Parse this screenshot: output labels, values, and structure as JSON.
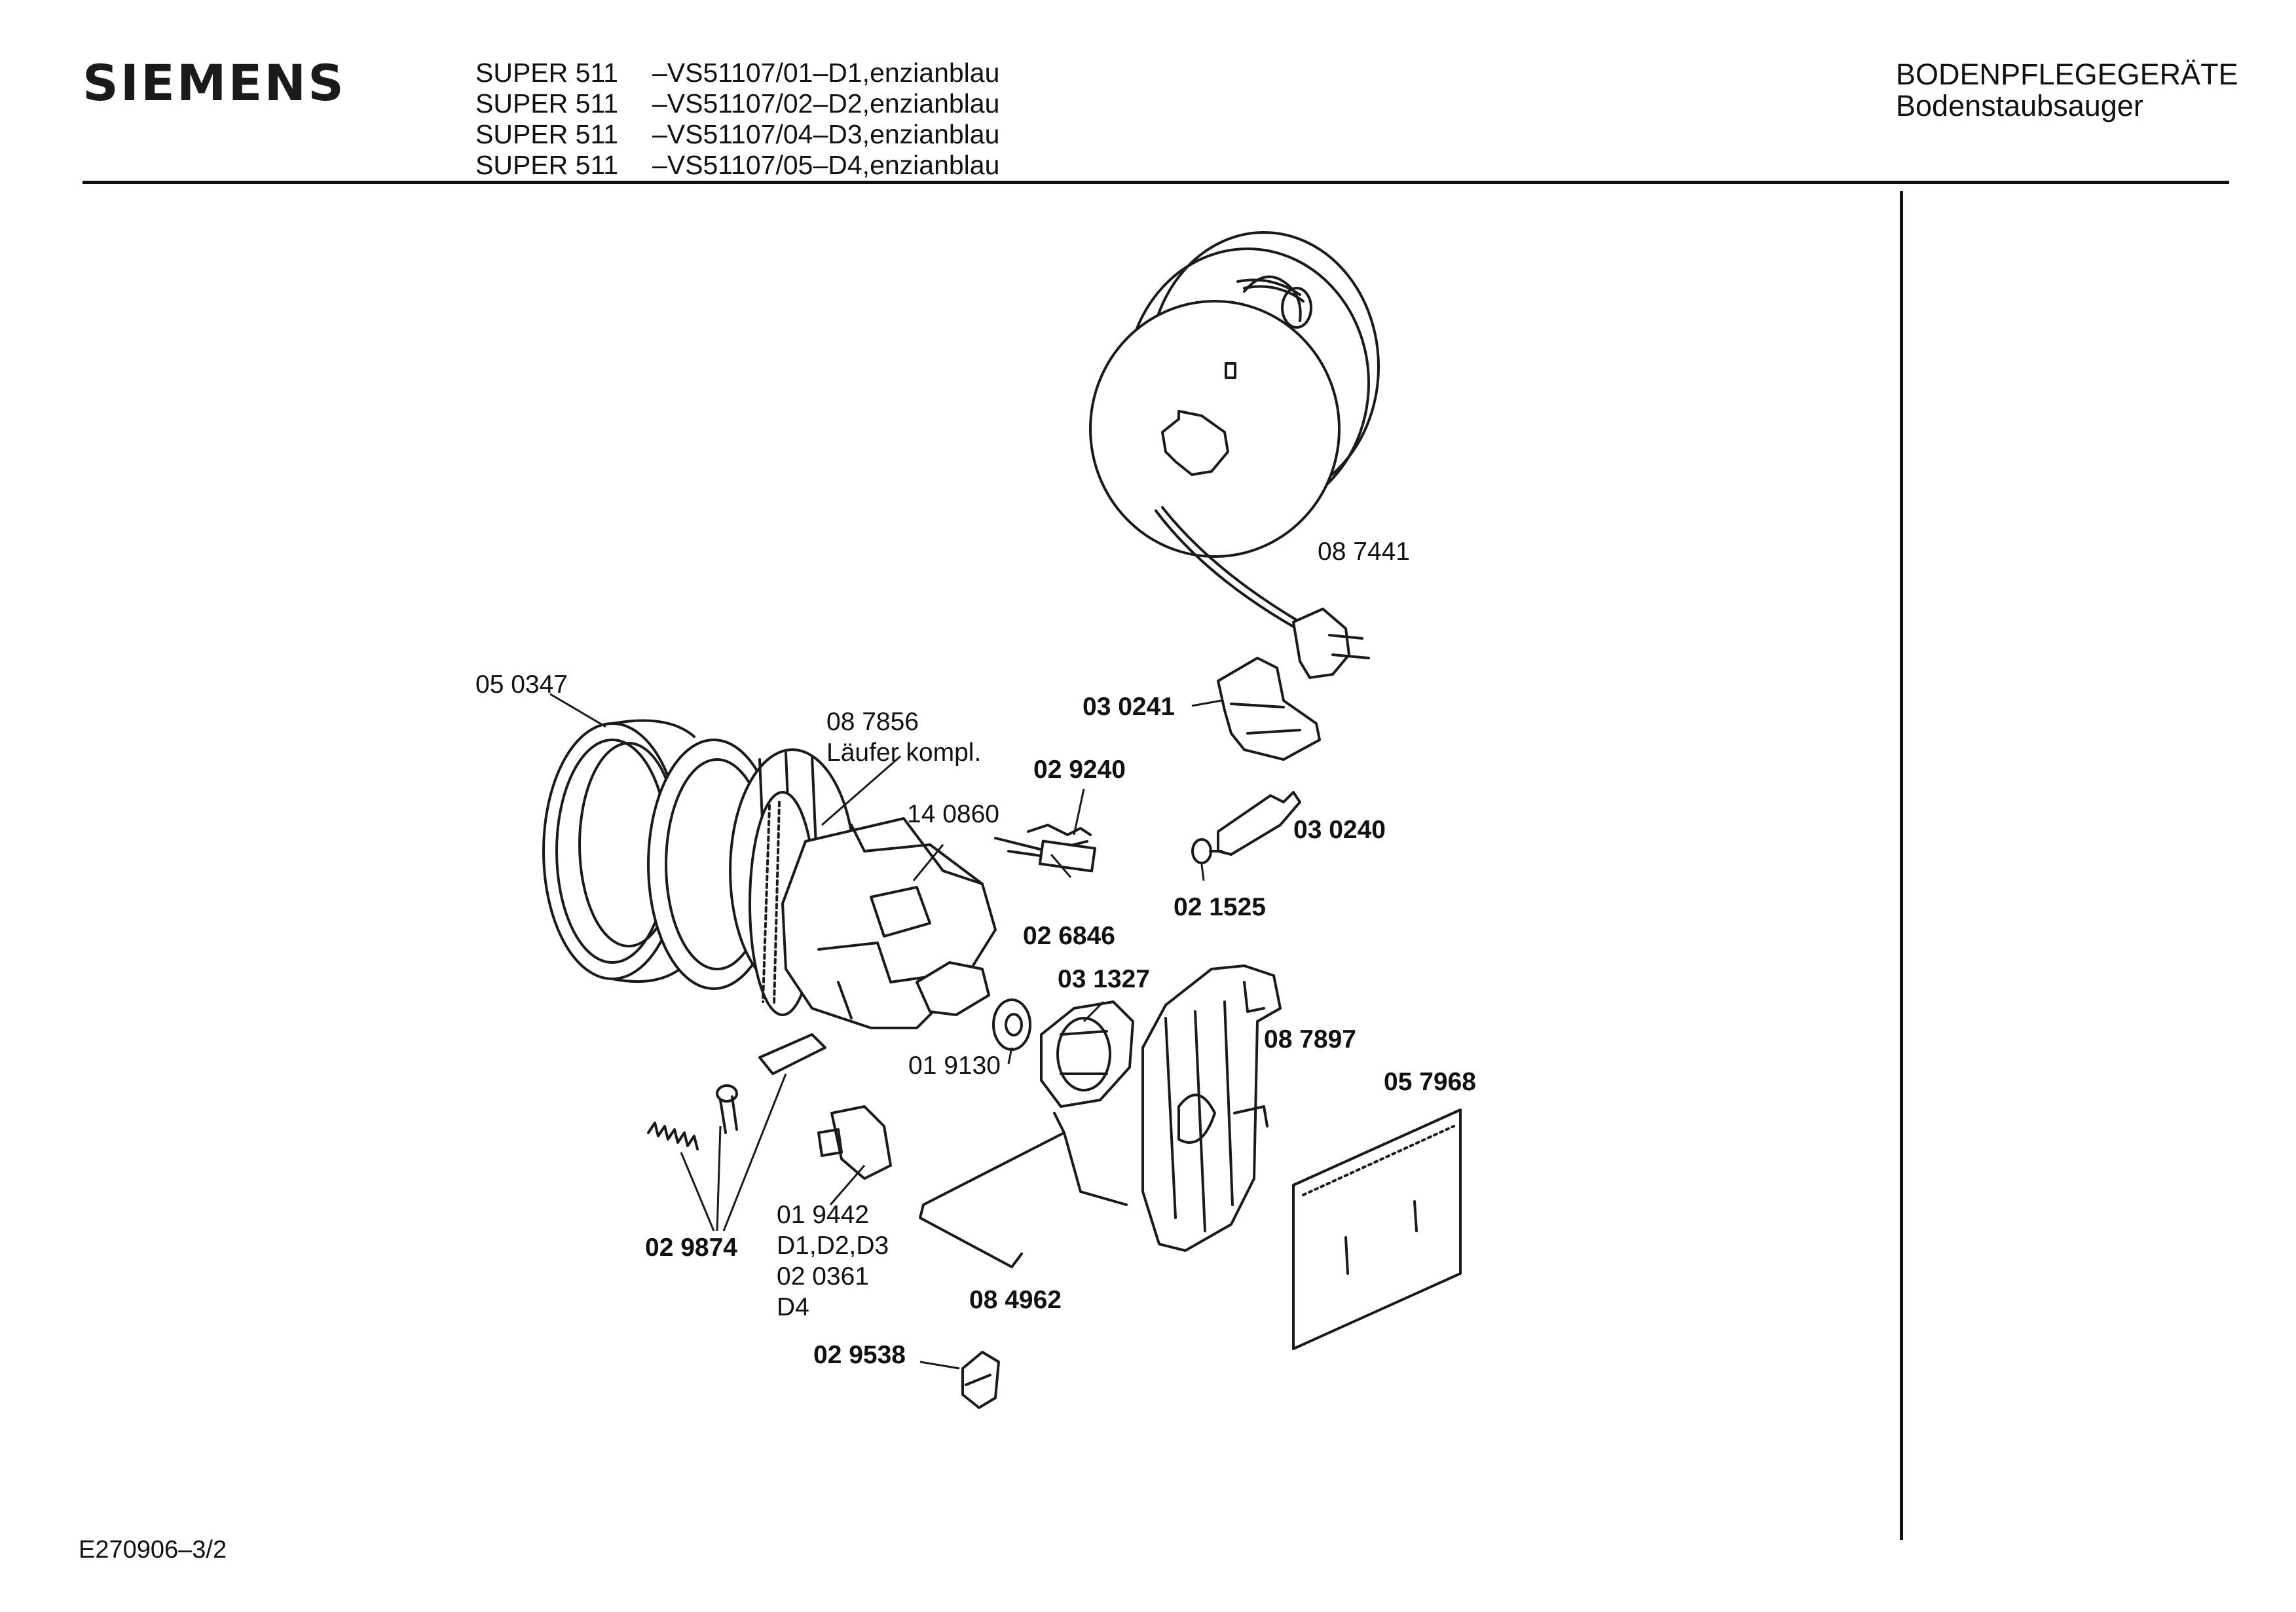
{
  "header": {
    "brand": "SIEMENS",
    "models": [
      {
        "name": "SUPER 511",
        "variant": "–VS51107/01–D1,enzianblau"
      },
      {
        "name": "SUPER 511",
        "variant": "–VS51107/02–D2,enzianblau"
      },
      {
        "name": "SUPER 511",
        "variant": "–VS51107/04–D3,enzianblau"
      },
      {
        "name": "SUPER 511",
        "variant": "–VS51107/05–D4,enzianblau"
      }
    ],
    "category": "BODENPFLEGEGERÄTE",
    "subcategory": "Bodenstaubsauger"
  },
  "parts": {
    "p087441": "08 7441",
    "p030241": "03 0241",
    "p050347": "05 0347",
    "p087856": "08 7856",
    "p087856_desc": "Läufer kompl.",
    "p029240": "02 9240",
    "p140860": "14 0860",
    "p030240": "03 0240",
    "p021525": "02 1525",
    "p026846": "02 6846",
    "p031327": "03 1327",
    "p087897": "08 7897",
    "p019130": "01 9130",
    "p057968": "05 7968",
    "p019442": "01 9442",
    "p019442_note": "D1,D2,D3",
    "p020361": "02 0361",
    "p020361_note": "D4",
    "p029874": "02 9874",
    "p084962": "08 4962",
    "p029538": "02 9538"
  },
  "footer": {
    "code": "E270906–3/2"
  }
}
